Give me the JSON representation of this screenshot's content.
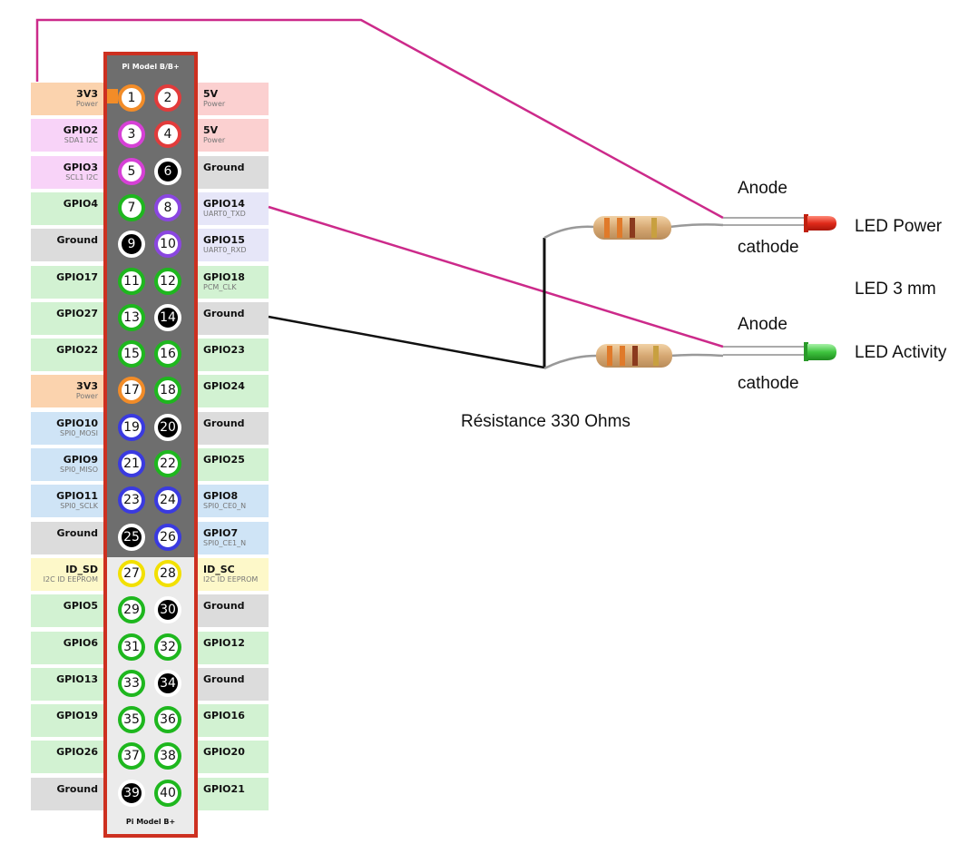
{
  "board": {
    "title_top": "Pi Model B/B+",
    "title_bottom": "Pi Model B+"
  },
  "colors": {
    "power3v3": "#f28c28",
    "power5v": "#e23b3b",
    "i2c": "#d640d6",
    "gpio": "#1eb71e",
    "uart": "#8a46e0",
    "ground": "#000000",
    "spi": "#3a3ae0",
    "eeprom": "#f2e000",
    "wire_pink": "#cc2a8a",
    "wire_black": "#111111"
  },
  "pins": [
    {
      "num": "1",
      "type": "power3v3",
      "name": "3V3",
      "sub": "Power"
    },
    {
      "num": "2",
      "type": "power5v",
      "name": "5V",
      "sub": "Power"
    },
    {
      "num": "3",
      "type": "i2c",
      "name": "GPIO2",
      "sub": "SDA1 I2C"
    },
    {
      "num": "4",
      "type": "power5v",
      "name": "5V",
      "sub": "Power"
    },
    {
      "num": "5",
      "type": "i2c",
      "name": "GPIO3",
      "sub": "SCL1 I2C"
    },
    {
      "num": "6",
      "type": "ground",
      "name": "Ground",
      "sub": ""
    },
    {
      "num": "7",
      "type": "gpio",
      "name": "GPIO4",
      "sub": ""
    },
    {
      "num": "8",
      "type": "uart",
      "name": "GPIO14",
      "sub": "UART0_TXD"
    },
    {
      "num": "9",
      "type": "ground",
      "name": "Ground",
      "sub": ""
    },
    {
      "num": "10",
      "type": "uart",
      "name": "GPIO15",
      "sub": "UART0_RXD"
    },
    {
      "num": "11",
      "type": "gpio",
      "name": "GPIO17",
      "sub": ""
    },
    {
      "num": "12",
      "type": "gpio",
      "name": "GPIO18",
      "sub": "PCM_CLK"
    },
    {
      "num": "13",
      "type": "gpio",
      "name": "GPIO27",
      "sub": ""
    },
    {
      "num": "14",
      "type": "ground",
      "name": "Ground",
      "sub": ""
    },
    {
      "num": "15",
      "type": "gpio",
      "name": "GPIO22",
      "sub": ""
    },
    {
      "num": "16",
      "type": "gpio",
      "name": "GPIO23",
      "sub": ""
    },
    {
      "num": "17",
      "type": "power3v3",
      "name": "3V3",
      "sub": "Power"
    },
    {
      "num": "18",
      "type": "gpio",
      "name": "GPIO24",
      "sub": ""
    },
    {
      "num": "19",
      "type": "spi",
      "name": "GPIO10",
      "sub": "SPI0_MOSI"
    },
    {
      "num": "20",
      "type": "ground",
      "name": "Ground",
      "sub": ""
    },
    {
      "num": "21",
      "type": "spi",
      "name": "GPIO9",
      "sub": "SPI0_MISO"
    },
    {
      "num": "22",
      "type": "gpio",
      "name": "GPIO25",
      "sub": ""
    },
    {
      "num": "23",
      "type": "spi",
      "name": "GPIO11",
      "sub": "SPI0_SCLK"
    },
    {
      "num": "24",
      "type": "spi",
      "name": "GPIO8",
      "sub": "SPI0_CE0_N"
    },
    {
      "num": "25",
      "type": "ground",
      "name": "Ground",
      "sub": ""
    },
    {
      "num": "26",
      "type": "spi",
      "name": "GPIO7",
      "sub": "SPI0_CE1_N"
    },
    {
      "num": "27",
      "type": "eeprom",
      "name": "ID_SD",
      "sub": "I2C ID EEPROM"
    },
    {
      "num": "28",
      "type": "eeprom",
      "name": "ID_SC",
      "sub": "I2C ID EEPROM"
    },
    {
      "num": "29",
      "type": "gpio",
      "name": "GPIO5",
      "sub": ""
    },
    {
      "num": "30",
      "type": "ground",
      "name": "Ground",
      "sub": ""
    },
    {
      "num": "31",
      "type": "gpio",
      "name": "GPIO6",
      "sub": ""
    },
    {
      "num": "32",
      "type": "gpio",
      "name": "GPIO12",
      "sub": ""
    },
    {
      "num": "33",
      "type": "gpio",
      "name": "GPIO13",
      "sub": ""
    },
    {
      "num": "34",
      "type": "ground",
      "name": "Ground",
      "sub": ""
    },
    {
      "num": "35",
      "type": "gpio",
      "name": "GPIO19",
      "sub": ""
    },
    {
      "num": "36",
      "type": "gpio",
      "name": "GPIO16",
      "sub": ""
    },
    {
      "num": "37",
      "type": "gpio",
      "name": "GPIO26",
      "sub": ""
    },
    {
      "num": "38",
      "type": "gpio",
      "name": "GPIO20",
      "sub": ""
    },
    {
      "num": "39",
      "type": "ground",
      "name": "Ground",
      "sub": ""
    },
    {
      "num": "40",
      "type": "gpio",
      "name": "GPIO21",
      "sub": ""
    }
  ],
  "circuit": {
    "led_power": {
      "label": "LED Power",
      "anode": "Anode",
      "cathode": "cathode",
      "color": "#e02a1a"
    },
    "led_activity": {
      "label": "LED Activity",
      "anode": "Anode",
      "cathode": "cathode",
      "color": "#3ec43e"
    },
    "led_size": "LED 3 mm",
    "resistor": "Résistance 330 Ohms"
  }
}
